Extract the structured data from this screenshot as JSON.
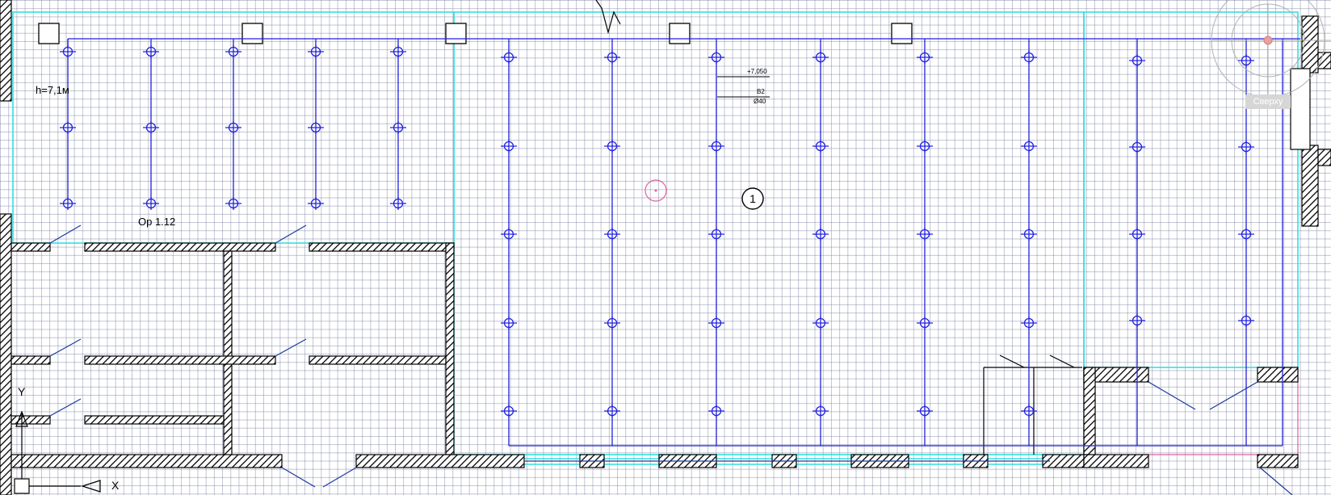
{
  "drawing": {
    "height_label": "h=7,1м",
    "room_label": "Ор 1.12",
    "section_number": "1",
    "elevation": "+7,050",
    "pipe_name": "В2",
    "pipe_diameter": "Ø40"
  },
  "viewcube": {
    "view_label": "Сверху",
    "icon": "viewcube-compass-icon"
  },
  "ucs": {
    "x_label": "X",
    "y_label": "Y",
    "icon": "ucs-axes-icon"
  },
  "colors": {
    "pipes": "#2222dd",
    "walls": "#000000",
    "room_outline": "#33e0e0",
    "grid": "#8890aa",
    "marker": "#e060a0"
  }
}
